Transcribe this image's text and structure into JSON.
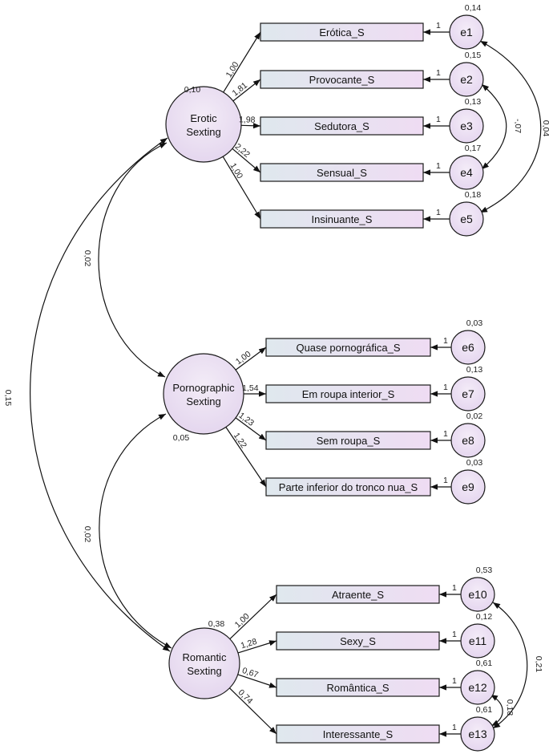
{
  "latents": [
    {
      "id": "erotic",
      "line1": "Erotic",
      "line2": "Sexting",
      "variance": "0,10"
    },
    {
      "id": "porn",
      "line1": "Pornographic",
      "line2": "Sexting",
      "variance": "0,05"
    },
    {
      "id": "romantic",
      "line1": "Romantic",
      "line2": "Sexting",
      "variance": "0,38"
    }
  ],
  "indicators": [
    {
      "label": "Erótica_S",
      "error": "e1",
      "err_var": "0,14",
      "loading": "1,00",
      "err_weight": "1"
    },
    {
      "label": "Provocante_S",
      "error": "e2",
      "err_var": "0,15",
      "loading": "1,81",
      "err_weight": "1"
    },
    {
      "label": "Sedutora_S",
      "error": "e3",
      "err_var": "0,13",
      "loading": "1,98",
      "err_weight": "1"
    },
    {
      "label": "Sensual_S",
      "error": "e4",
      "err_var": "0,17",
      "loading": "2,22",
      "err_weight": "1"
    },
    {
      "label": "Insinuante_S",
      "error": "e5",
      "err_var": "0,18",
      "loading": "1,00",
      "err_weight": "1"
    },
    {
      "label": "Quase pornográfica_S",
      "error": "e6",
      "err_var": "0,03",
      "loading": "1,00",
      "err_weight": "1"
    },
    {
      "label": "Em roupa interior_S",
      "error": "e7",
      "err_var": "0,13",
      "loading": "1,54",
      "err_weight": "1"
    },
    {
      "label": "Sem roupa_S",
      "error": "e8",
      "err_var": "0,02",
      "loading": "1,23",
      "err_weight": "1"
    },
    {
      "label": "Parte inferior do tronco nua_S",
      "error": "e9",
      "err_var": "0,03",
      "loading": "1,22",
      "err_weight": "1"
    },
    {
      "label": "Atraente_S",
      "error": "e10",
      "err_var": "0,53",
      "loading": "1,00",
      "err_weight": "1"
    },
    {
      "label": "Sexy_S",
      "error": "e11",
      "err_var": "0,12",
      "loading": "1,28",
      "err_weight": "1"
    },
    {
      "label": "Romântica_S",
      "error": "e12",
      "err_var": "0,61",
      "loading": "0,67",
      "err_weight": "1"
    },
    {
      "label": "Interessante_S",
      "error": "e13",
      "err_var": "0,61",
      "loading": "0,74",
      "err_weight": "1"
    }
  ],
  "covariances": [
    {
      "between": "Erotic Sexting – Pornographic Sexting",
      "value": "0,02"
    },
    {
      "between": "Pornographic Sexting – Romantic Sexting",
      "value": "0,02"
    },
    {
      "between": "Erotic Sexting – Romantic Sexting",
      "value": "0,15"
    },
    {
      "between": "e2 – e4",
      "value": "-,07"
    },
    {
      "between": "e1 – e5",
      "value": "0,04"
    },
    {
      "between": "e10 – e13",
      "value": "0,21"
    },
    {
      "between": "e12 – e13",
      "value": "0,18"
    }
  ],
  "colors": {
    "latent_fill": "#e8dcf0",
    "error_fill": "#eadcf2",
    "indicator_left": "#dfe8ee",
    "indicator_right": "#efdcf3",
    "stroke": "#111111"
  }
}
